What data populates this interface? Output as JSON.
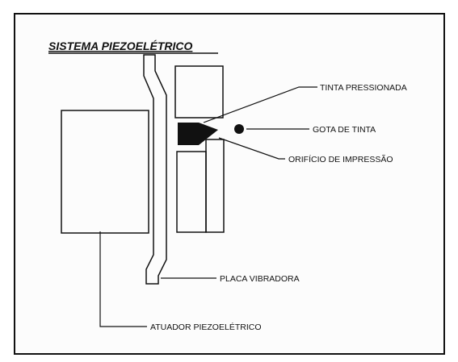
{
  "diagram": {
    "title": "SISTEMA PIEZOELÉTRICO",
    "labels": {
      "tinta_pressionada": "TINTA PRESSIONADA",
      "gota_de_tinta": "GOTA DE TINTA",
      "orificio": "ORIFÍCIO DE IMPRESSÃO",
      "placa_vibradora": "PLACA VIBRADORA",
      "atuador": "ATUADOR PIEZOELÉTRICO"
    }
  }
}
